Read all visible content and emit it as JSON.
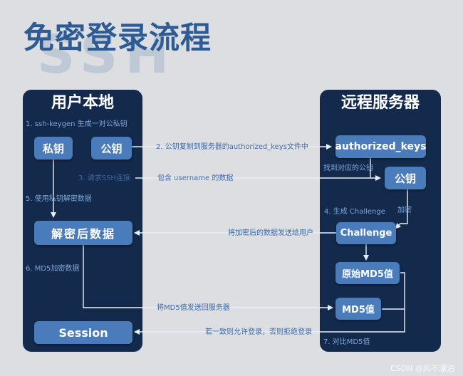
{
  "title": "免密登录流程",
  "title_bg": "SSH",
  "panels": {
    "left": "用户本地",
    "right": "远程服务器"
  },
  "boxes": {
    "private_key": "私钥",
    "public_key_local": "公钥",
    "decrypted": "解密后数据",
    "session": "Session",
    "authorized_keys": "authorized_keys",
    "public_key_remote": "公钥",
    "challenge": "Challenge",
    "md5_original": "原始MD5值",
    "md5_value": "MD5值"
  },
  "notes": {
    "keygen": "1. ssh-keygen 生成一对公私钥",
    "copy_key": "2. 公钥复制到服务器的authorized_keys文件中",
    "request_ssh": "3. 请求SSH连接",
    "include_username": "包含 username 的数据",
    "find_key": "找到对应的公钥",
    "gen_challenge": "4. 生成 Challenge",
    "encrypt": "加密",
    "decrypt_private": "5. 使用私钥解密数据",
    "send_encrypted": "将加密后的数据发送给用户",
    "md5_encrypt": "6. MD5加密数据",
    "send_md5": "将MD5值发送回服务器",
    "compare_result": "若一致则允许登录，否则拒绝登录",
    "compare_md5": "7. 对比MD5值"
  },
  "watermark": "CSDN @风不漂泊",
  "colors": {
    "background": "#dcdee1",
    "panel": "#142a4c",
    "box": "#4a7cbc",
    "title": "#2f5b95",
    "note": "#7fa6d8",
    "arrow": "#e8eef6"
  }
}
